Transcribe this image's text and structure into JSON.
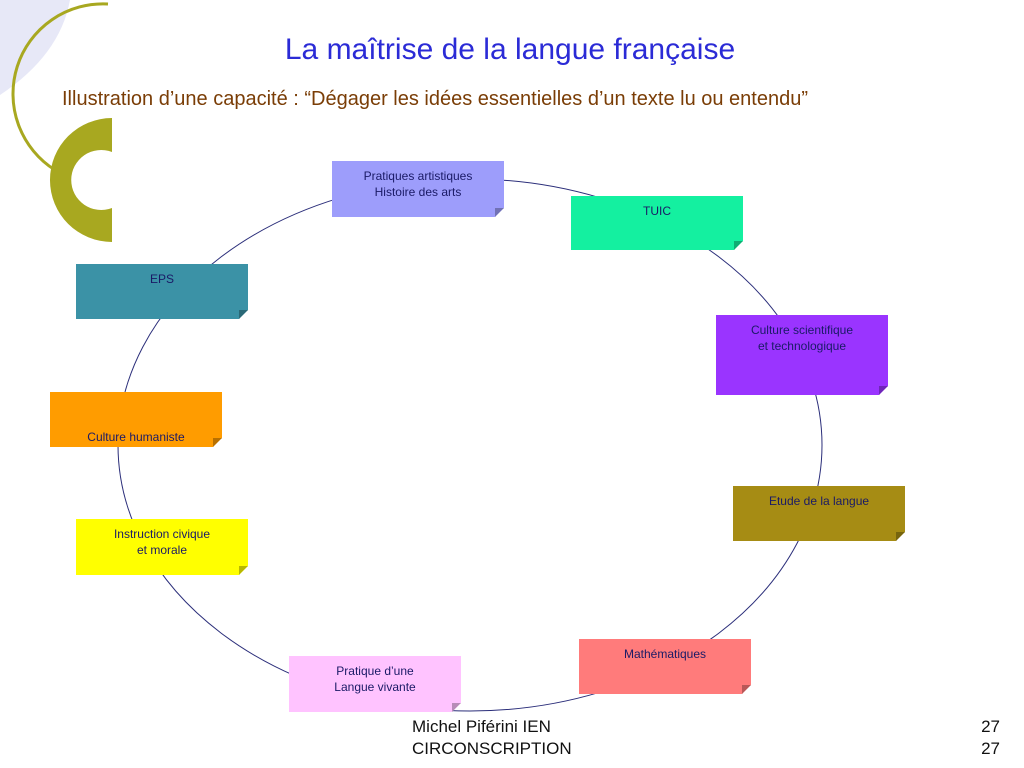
{
  "title": "La maîtrise de la langue française",
  "subtitle": "Illustration d’une capacité : “Dégager les idées essentielles d’un texte lu ou entendu”",
  "colors": {
    "title": "#2b2bd6",
    "subtitle": "#7a3d06",
    "ring": "#2b2e7a",
    "decoration": "#a8a820",
    "decoration_light": "#e7e8f7"
  },
  "boxes": [
    {
      "label": "Pratiques artistiques\nHistoire des arts",
      "color": "#9d9dfb"
    },
    {
      "label": "TUIC",
      "color": "#14f0a0"
    },
    {
      "label": "Culture scientifique\n et technologique",
      "color": "#9a34ff"
    },
    {
      "label": "Etude de la langue",
      "color": "#a68c14"
    },
    {
      "label": "Mathématiques",
      "color": "#ff7b7b"
    },
    {
      "label": "Pratique d’une\nLangue vivante",
      "color": "#ffc3ff"
    },
    {
      "label": "Instruction civique\n et morale",
      "color": "#ffff00"
    },
    {
      "label": "Culture humaniste",
      "color": "#ff9c00"
    },
    {
      "label": "EPS",
      "color": "#3b92a6"
    }
  ],
  "footer": {
    "author": "Michel Piférini  IEN\nCIRCONSCRIPTION",
    "page": "27\n27"
  }
}
